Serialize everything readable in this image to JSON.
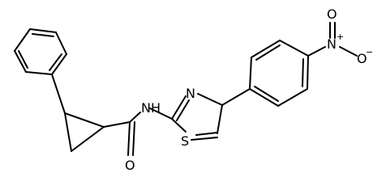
{
  "structure": {
    "atoms": {
      "nh": "NH",
      "ring_n": "N",
      "ring_s": "S",
      "carbonyl_o": "O",
      "nitro_n": "N",
      "nitro_n_charge": "+",
      "nitro_o_top": "O",
      "nitro_o_right": "O",
      "nitro_o_charge": "−"
    }
  }
}
